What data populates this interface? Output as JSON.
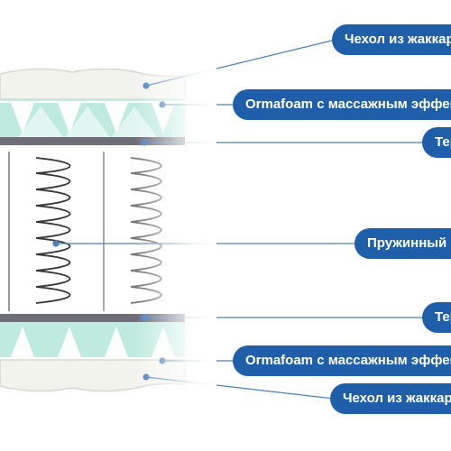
{
  "labels": {
    "cover_top": "Чехол из жаккарда",
    "foam_top": "Ormafoam с массажным эффектом",
    "felt_top": "Термовойлок",
    "springs": "Пружинный блок",
    "felt_bottom": "Термовойлок",
    "foam_bottom": "Ormafoam с массажным эффектом",
    "cover_bottom": "Чехол из жаккарда"
  },
  "colors": {
    "label_bg": "#1f5fa9",
    "label_text": "#ffffff",
    "leader_line": "#4a7fc0",
    "foam": "#bfeadf",
    "foam_peaks": "#ffffff",
    "cover": "#f3f3ee",
    "felt": "#6e6e78",
    "spring": "#333333"
  }
}
